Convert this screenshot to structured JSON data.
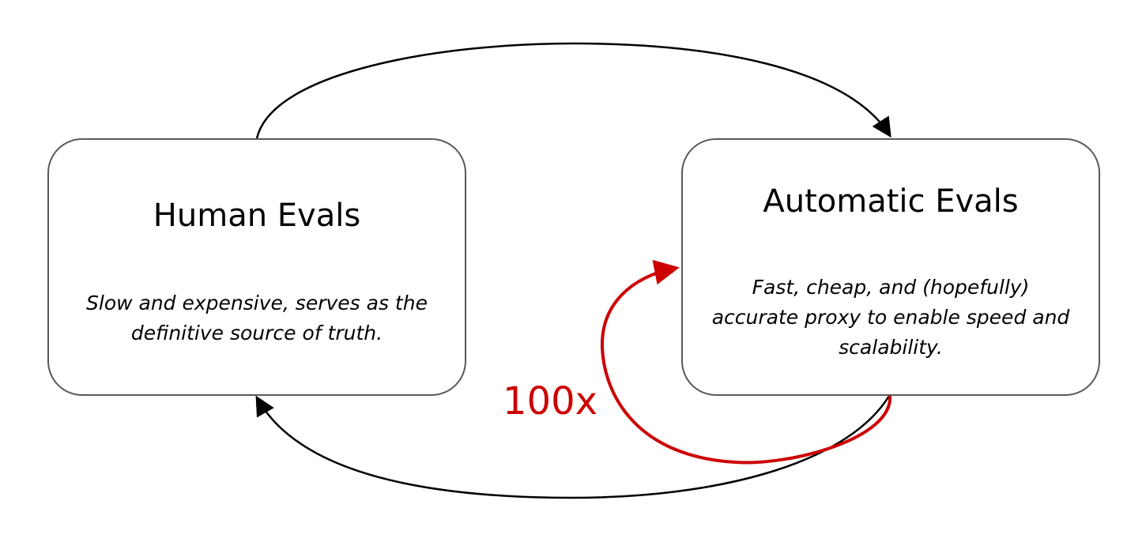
{
  "nodes": {
    "human": {
      "title": "Human Evals",
      "description": "Slow and expensive, serves as the definitive source of truth."
    },
    "automatic": {
      "title": "Automatic Evals",
      "description": "Fast, cheap, and (hopefully) accurate proxy to enable speed and scalability."
    }
  },
  "loop": {
    "label": "100x",
    "color": "#cc0000"
  },
  "colors": {
    "box_border": "#595959",
    "arrow": "#000000",
    "text": "#000000"
  }
}
